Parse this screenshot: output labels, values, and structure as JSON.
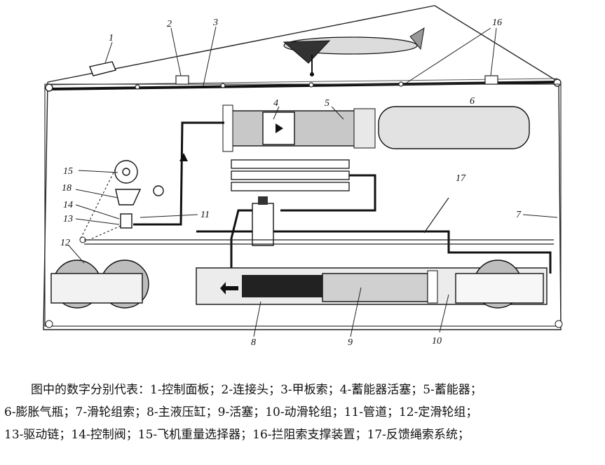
{
  "diagram": {
    "labels": [
      "1",
      "2",
      "3",
      "4",
      "5",
      "6",
      "7",
      "8",
      "9",
      "10",
      "11",
      "12",
      "13",
      "14",
      "15",
      "16",
      "17",
      "18"
    ],
    "legend_items": [
      {
        "n": "1",
        "text": "控制面板"
      },
      {
        "n": "2",
        "text": "连接头"
      },
      {
        "n": "3",
        "text": "甲板索"
      },
      {
        "n": "4",
        "text": "蓄能器活塞"
      },
      {
        "n": "5",
        "text": "蓄能器"
      },
      {
        "n": "6",
        "text": "膨胀气瓶"
      },
      {
        "n": "7",
        "text": "滑轮组索"
      },
      {
        "n": "8",
        "text": "主液压缸"
      },
      {
        "n": "9",
        "text": "活塞"
      },
      {
        "n": "10",
        "text": "动滑轮组"
      },
      {
        "n": "11",
        "text": "管道"
      },
      {
        "n": "12",
        "text": "定滑轮组"
      },
      {
        "n": "13",
        "text": "驱动链"
      },
      {
        "n": "14",
        "text": "控制阀"
      },
      {
        "n": "15",
        "text": "飞机重量选择器"
      },
      {
        "n": "16",
        "text": "拦阻索支撑装置"
      },
      {
        "n": "17",
        "text": "反馈绳索系统"
      }
    ]
  },
  "caption": {
    "line1": "图中的数字分别代表：1-控制面板；2-连接头；3-甲板索；4-蓄能器活塞；5-蓄能器；",
    "line2": "6-膨胀气瓶；7-滑轮组索；8-主液压缸；9-活塞；10-动滑轮组；11-管道；12-定滑轮组；",
    "line3": "13-驱动链；14-控制阀；15-飞机重量选择器；16-拦阻索支撑装置；17-反馈绳索系统；"
  }
}
